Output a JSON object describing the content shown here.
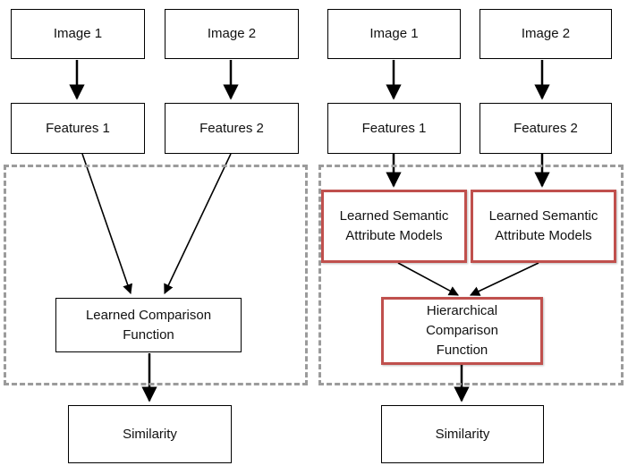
{
  "left_pipeline": {
    "image1": "Image 1",
    "image2": "Image 2",
    "features1": "Features 1",
    "features2": "Features 2",
    "comparison": "Learned Comparison\nFunction",
    "similarity": "Similarity"
  },
  "right_pipeline": {
    "image1": "Image 1",
    "image2": "Image 2",
    "features1": "Features 1",
    "features2": "Features 2",
    "attribute_models_1": "Learned Semantic\nAttribute Models",
    "attribute_models_2": "Learned Semantic\nAttribute Models",
    "comparison": "Hierarchical\nComparison\nFunction",
    "similarity": "Similarity"
  },
  "colors": {
    "highlight_border": "#c0504d",
    "dashed_region": "#9b9b9b",
    "box_border": "#000000"
  }
}
